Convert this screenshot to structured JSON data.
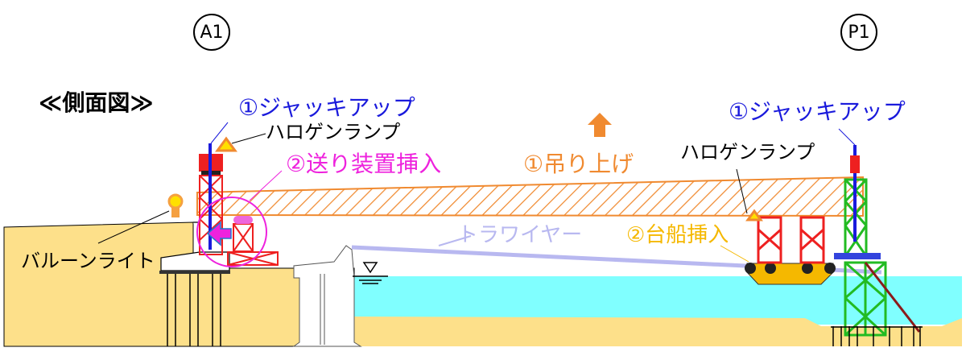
{
  "markers": {
    "a1": "A1",
    "p1": "P1"
  },
  "title": "≪側面図≫",
  "labels": {
    "jack_up_left": "①ジャッキアップ",
    "jack_up_right": "①ジャッキアップ",
    "halogen_left": "ハロゲンランプ",
    "halogen_right": "ハロゲンランプ",
    "feed_device": "②送り装置挿入",
    "lift": "①吊り上げ",
    "tora_wire": "トラワイヤー",
    "barge": "②台船挿入",
    "balloon_light": "バルーンライト"
  },
  "colors": {
    "jack": "#1a1adc",
    "feed": "#ee22dd",
    "lift": "#f08a30",
    "wire": "#b8b8f0",
    "barge": "#f5b800",
    "water": "#80ffff",
    "sand": "#fde08a",
    "bent": "#ee2020",
    "pier": "#22bb22"
  }
}
